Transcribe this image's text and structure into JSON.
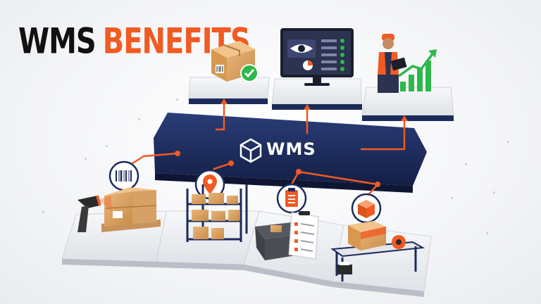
{
  "title": {
    "word1": "WMS",
    "word2": "BENEFITS"
  },
  "hub": {
    "label": "WMS"
  },
  "colors": {
    "accent": "#f15a22",
    "navy": "#1c2b5a",
    "success": "#2eb84a",
    "title": "#111111"
  },
  "icons": {
    "top": [
      "package-check-icon",
      "monitor-eye-icon",
      "worker-growth-chart-icon"
    ],
    "bottom": [
      "barcode-icon",
      "location-pin-icon",
      "clipboard-checklist-icon",
      "box-icon"
    ],
    "hub": "cube-icon"
  }
}
